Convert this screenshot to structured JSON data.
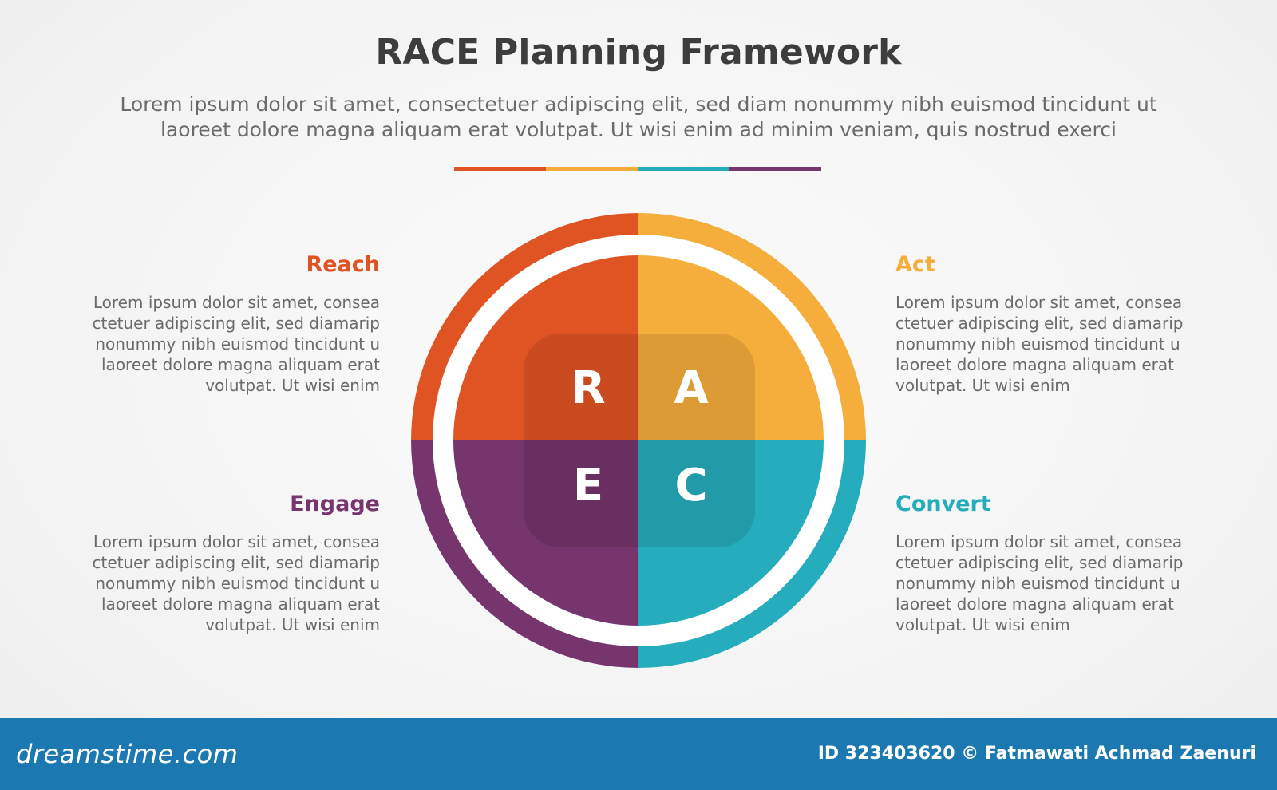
{
  "title": "RACE Planning Framework",
  "subtitle": "Lorem ipsum dolor sit amet, consectetuer adipiscing elit, sed diam nonummy nibh euismod tincidunt ut laoreet dolore magna aliquam erat volutpat. Ut wisi enim ad minim veniam, quis nostrud exerci",
  "colors": {
    "reach": "#e05423",
    "act": "#f5ad3b",
    "convert": "#26adbd",
    "engage": "#76356d",
    "title": "#3d3d3d",
    "footer": "#1c78b0"
  },
  "quadrants": {
    "reach": {
      "letter": "R",
      "title": "Reach",
      "body": "Lorem ipsum dolor sit amet, consea ctetuer adipiscing elit, sed diamarip nonummy nibh euismod tincidunt u laoreet dolore magna aliquam erat volutpat. Ut wisi enim"
    },
    "act": {
      "letter": "A",
      "title": "Act",
      "body": "Lorem ipsum dolor sit amet, consea ctetuer adipiscing elit, sed diamarip nonummy nibh euismod tincidunt u laoreet dolore magna aliquam erat volutpat. Ut wisi enim"
    },
    "engage": {
      "letter": "E",
      "title": "Engage",
      "body": "Lorem ipsum dolor sit amet, consea ctetuer adipiscing elit, sed diamarip nonummy nibh euismod tincidunt u laoreet dolore magna aliquam erat volutpat. Ut wisi enim"
    },
    "convert": {
      "letter": "C",
      "title": "Convert",
      "body": "Lorem ipsum dolor sit amet, consea ctetuer adipiscing elit, sed diamarip nonummy nibh euismod tincidunt u laoreet dolore magna aliquam erat volutpat. Ut wisi enim"
    }
  },
  "footer": {
    "logo": "dreamstime.com",
    "credit": "ID 323403620 © Fatmawati  Achmad Zaenuri"
  }
}
